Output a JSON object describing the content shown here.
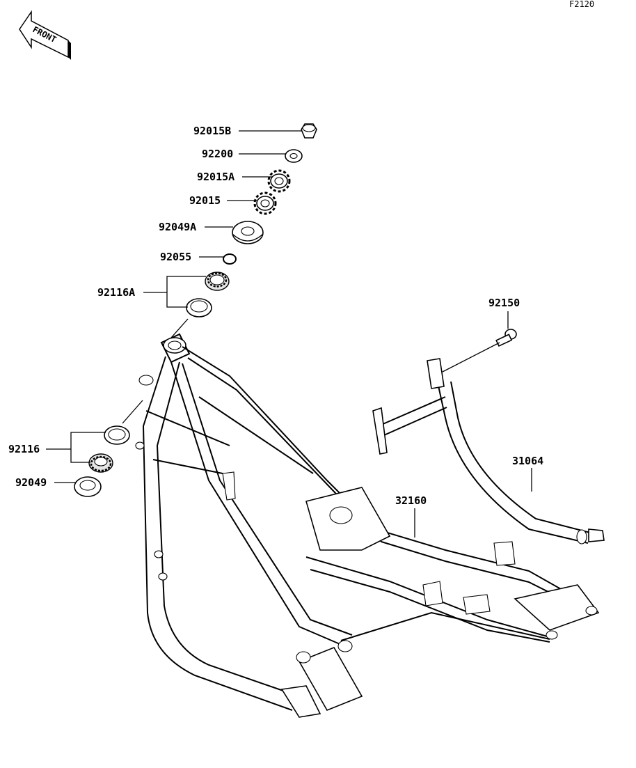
{
  "figure_code": "F2120",
  "front_arrow_text": "FRONT",
  "callouts": {
    "p92015B": "92015B",
    "p92200": "92200",
    "p92015A": "92015A",
    "p92015": "92015",
    "p92049A": "92049A",
    "p92055": "92055",
    "p92116A": "92116A",
    "p92150": "92150",
    "p92116": "92116",
    "p92049": "92049",
    "p31064": "31064",
    "p32160": "32160"
  }
}
